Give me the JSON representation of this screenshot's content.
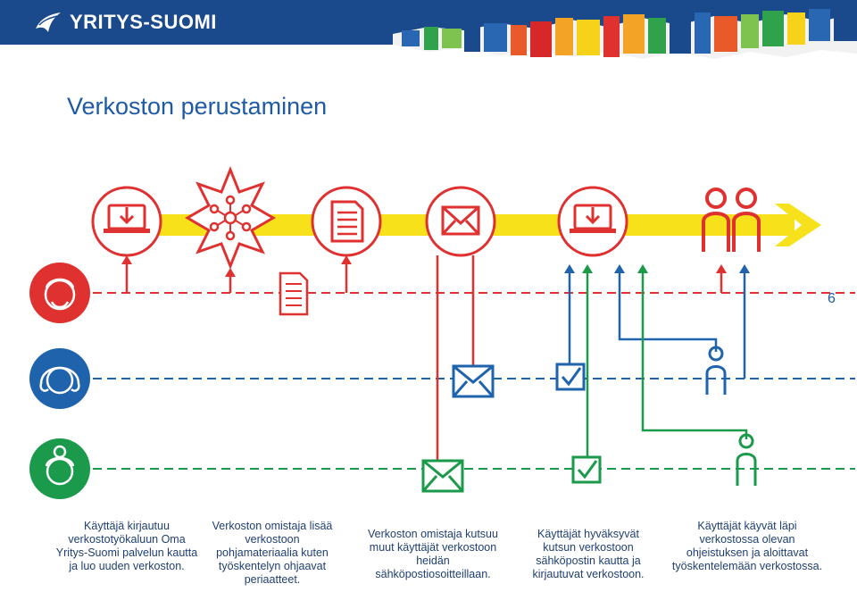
{
  "header": {
    "brand": "YRITYS-SUOMI"
  },
  "title": "Verkoston perustaminen",
  "page_number": "6",
  "roles": [
    {
      "name": "owner",
      "color": "#e03131"
    },
    {
      "name": "blue-user",
      "color": "#1f63ad"
    },
    {
      "name": "green-user",
      "color": "#1a9a4a"
    }
  ],
  "accent_colors": {
    "timeline_arrow": "#f6e11a",
    "red": "#e03131",
    "blue": "#1f63ad",
    "green": "#1a9a4a"
  },
  "steps": [
    {
      "icon": "laptop-download-icon",
      "caption": "Käyttäjä kirjautuu verkostotyökaluun Oma Yritys-Suomi palvelun kautta ja luo uuden verkoston."
    },
    {
      "icon": "network-sun-icon",
      "caption": "Verkoston omistaja lisää verkostoon pohjamateriaalia kuten työskentelyn ohjaavat periaatteet."
    },
    {
      "icon": "document-icon",
      "caption": "Verkoston omistaja kutsuu muut käyttäjät verkostoon heidän sähköpostiosoitteillaan."
    },
    {
      "icon": "envelope-icon",
      "caption": "Käyttäjät hyväksyvät kutsun verkostoon sähköpostin kautta ja kirjautuvat verkostoon."
    },
    {
      "icon": "laptop-download-icon",
      "caption": "Käyttäjät käyvät läpi verkostossa olevan ohjeistuksen ja aloittavat työskentelemään verkostossa."
    }
  ]
}
